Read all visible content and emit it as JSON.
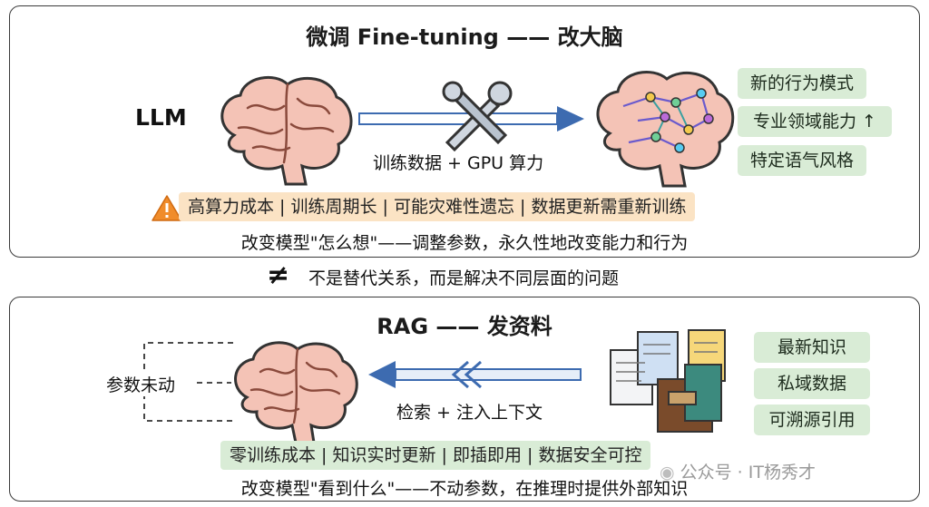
{
  "finetune": {
    "title": "微调 Fine-tuning —— 改大脑",
    "llm_label": "LLM",
    "arrow_label": "训练数据 + GPU 算力",
    "results": [
      "新的行为模式",
      "专业领域能力 ↑",
      "特定语气风格"
    ],
    "cost_bar": "高算力成本 | 训练周期长 | 可能灾难性遗忘 | 数据更新需重新训练",
    "summary": "改变模型\"怎么想\"——调整参数，永久性地改变能力和行为"
  },
  "middle": {
    "symbol": "≠",
    "text": "不是替代关系，而是解决不同层面的问题"
  },
  "rag": {
    "title": "RAG —— 发资料",
    "param_label": "参数未动",
    "arrow_label": "检索 + 注入上下文",
    "sources": [
      "最新知识",
      "私域数据",
      "可溯源引用"
    ],
    "benefit_bar": "零训练成本 | 知识实时更新 | 即插即用 | 数据安全可控",
    "summary": "改变模型\"看到什么\"——不动参数，在推理时提供外部知识"
  },
  "watermark": "公众号 · IT杨秀才",
  "colors": {
    "brain_fill": "#f4c3b6",
    "pill_green": "#d9ecd6",
    "warning_bar": "#fbe3c4",
    "warning_icon": "#f08c2a",
    "arrow_blue": "#3d6bb0"
  }
}
